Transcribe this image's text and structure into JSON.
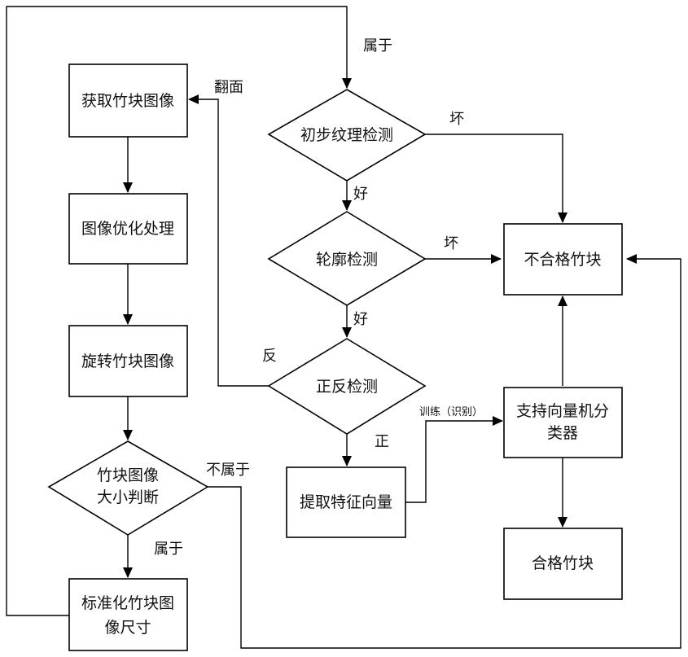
{
  "nodes": {
    "acquire": "获取竹块图像",
    "optimize": "图像优化处理",
    "rotate": "旋转竹块图像",
    "size_judge_line1": "竹块图像",
    "size_judge_line2": "大小判断",
    "normalize_line1": "标准化竹块图",
    "normalize_line2": "像尺寸",
    "texture": "初步纹理检测",
    "contour": "轮廓检测",
    "side": "正反检测",
    "extract": "提取特征向量",
    "svm_line1": "支持向量机分",
    "svm_line2": "类器",
    "reject": "不合格竹块",
    "accept": "合格竹块"
  },
  "edge_labels": {
    "belongs_top": "属于",
    "flip": "翻面",
    "bad1": "坏",
    "good1": "好",
    "bad2": "坏",
    "good2": "好",
    "reverse": "反",
    "front": "正",
    "train": "训练（识别）",
    "not_belong": "不属于",
    "belongs_bottom": "属于"
  }
}
